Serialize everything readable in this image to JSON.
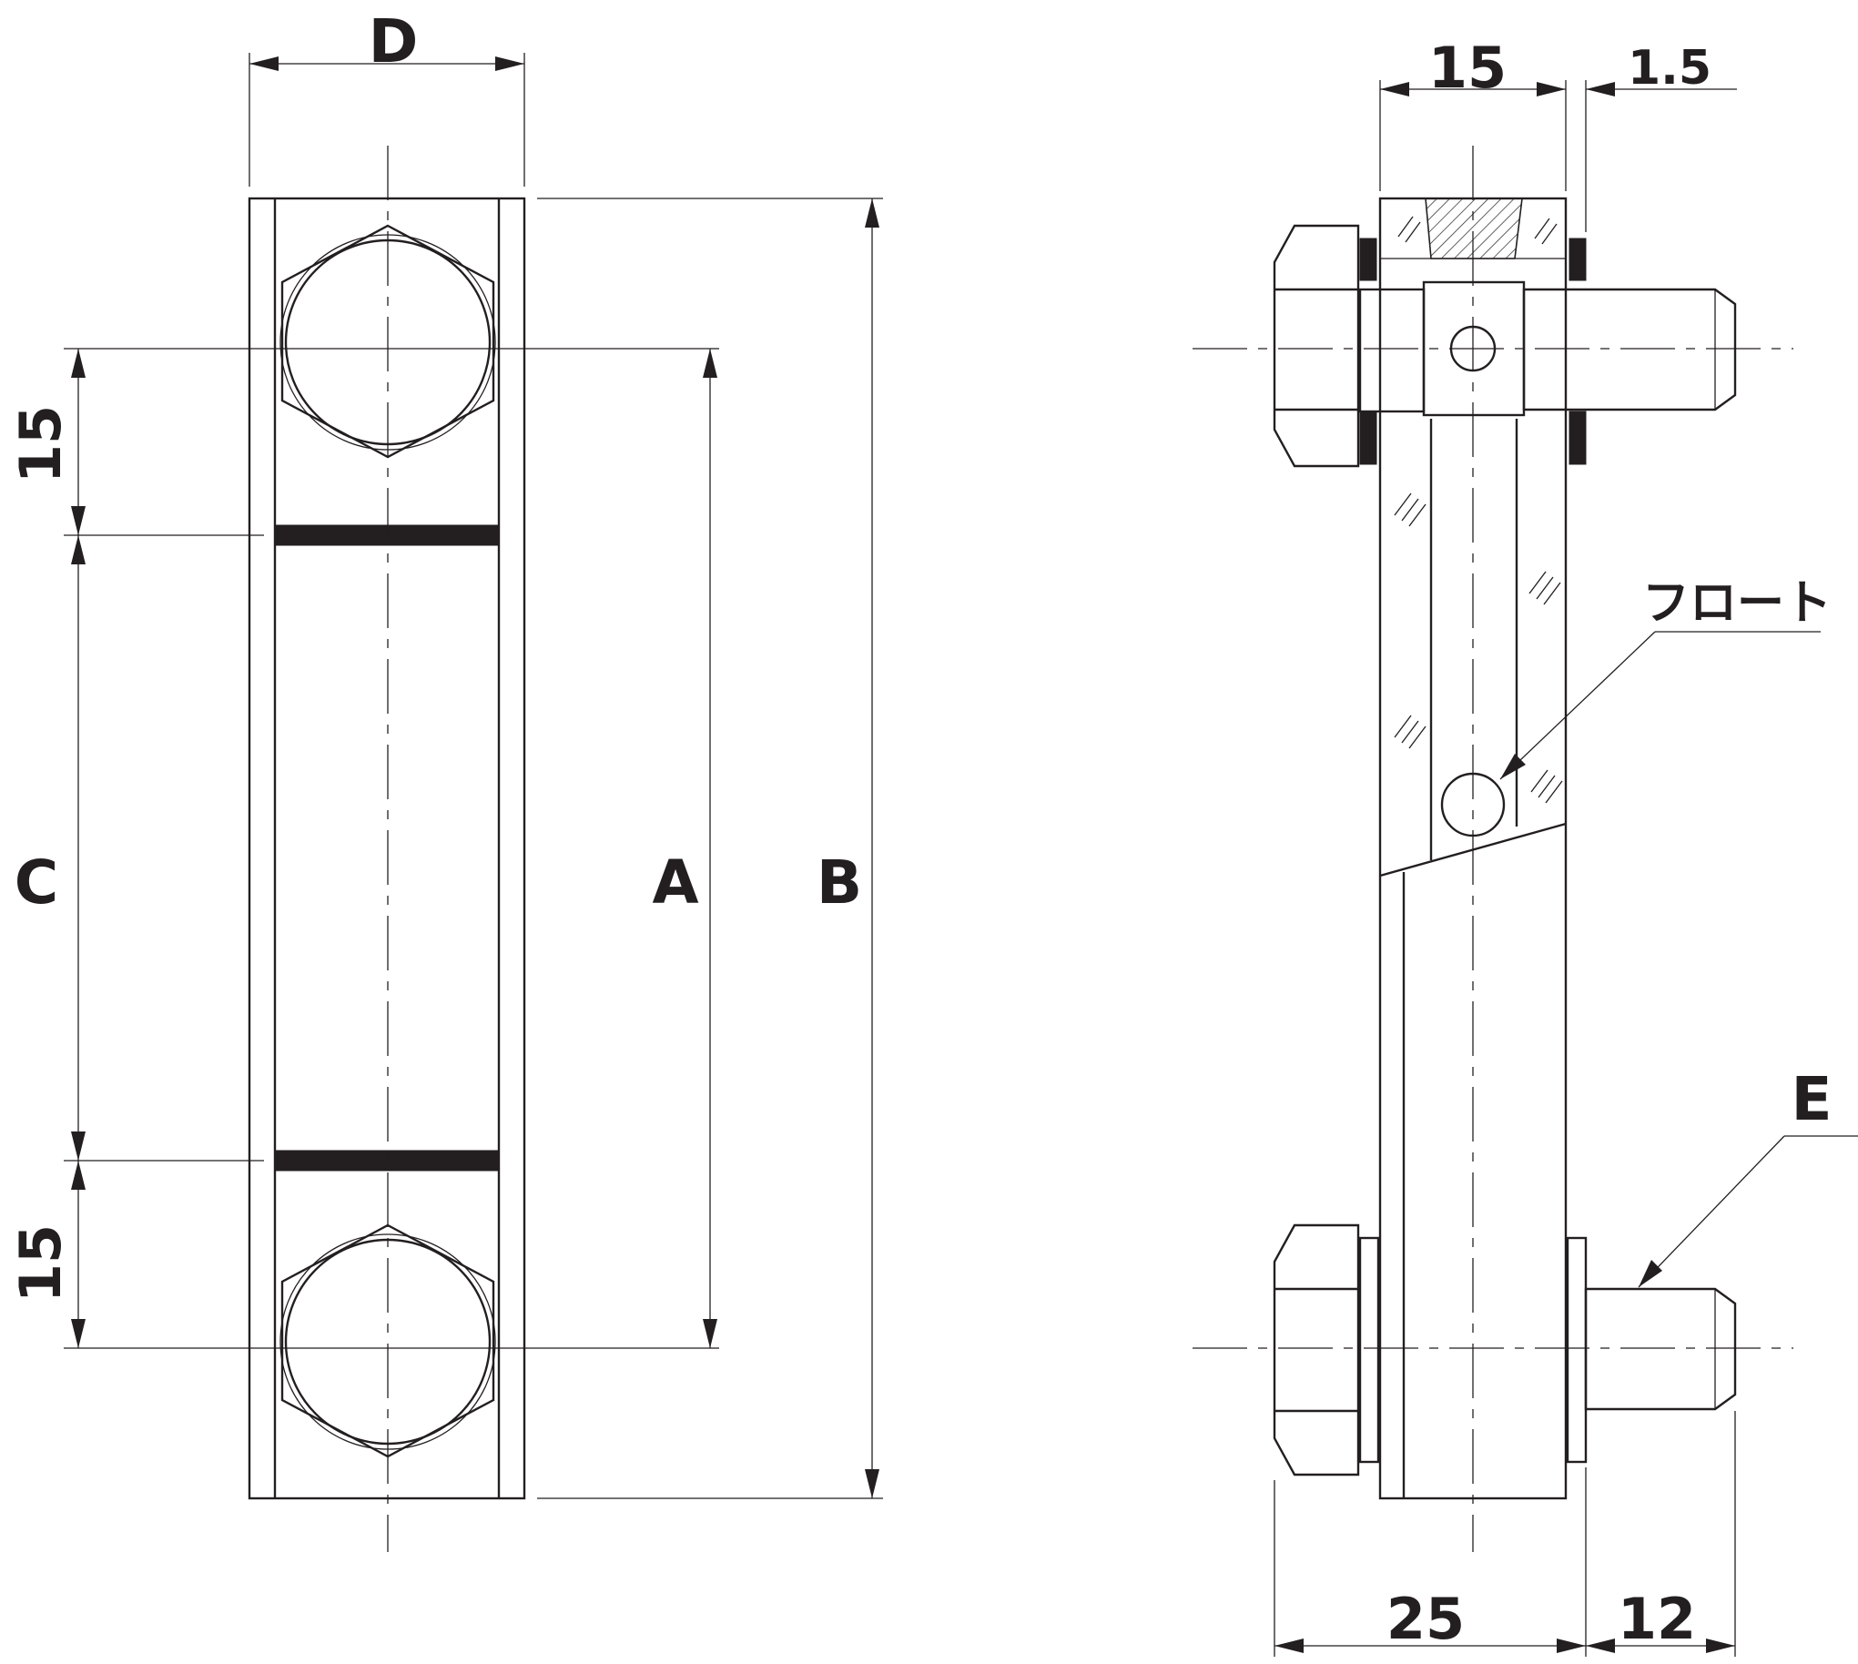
{
  "labels": {
    "front_width": "D",
    "front_c": "C",
    "front_a": "A",
    "front_b": "B",
    "front_top_15": "15",
    "front_bottom_15": "15",
    "side_top_15": "15",
    "side_top_1_5": "1.5",
    "side_float": "フロート",
    "side_e": "E",
    "side_bottom_25": "25",
    "side_bottom_12": "12"
  },
  "colors": {
    "line": "#231f20",
    "background": "#ffffff"
  }
}
